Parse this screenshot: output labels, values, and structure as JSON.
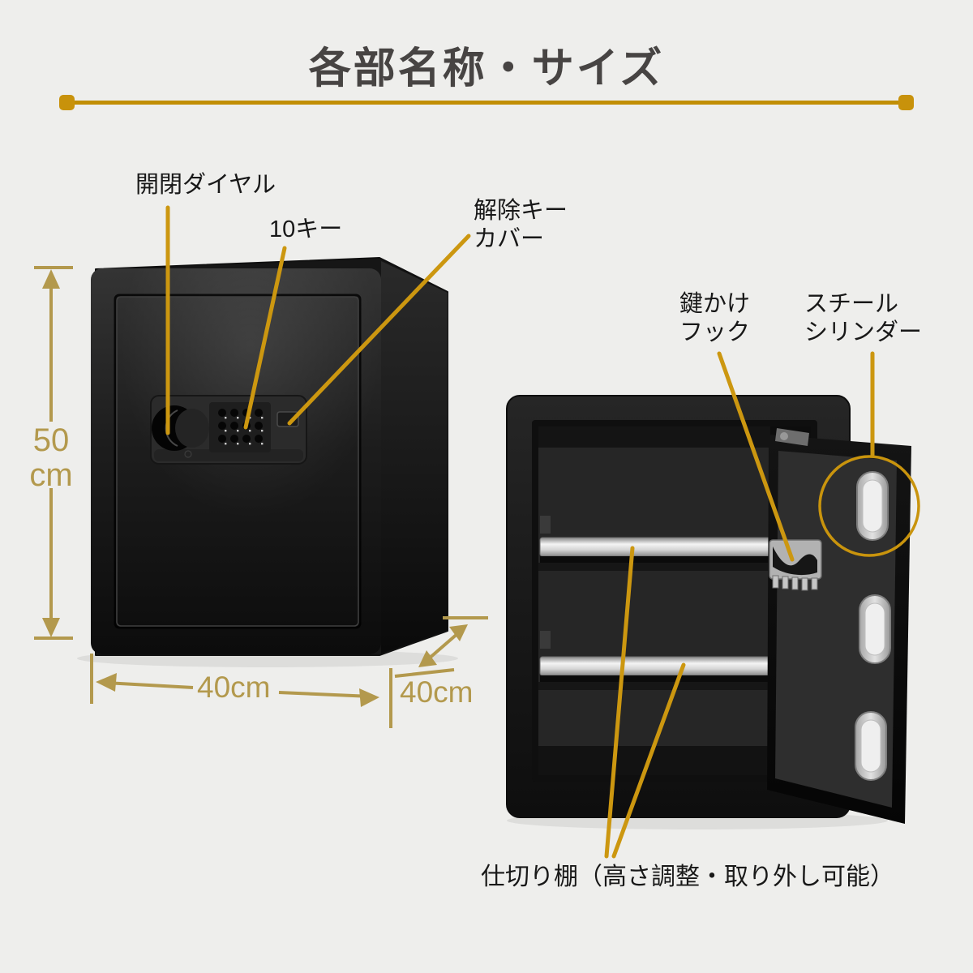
{
  "title": {
    "text": "各部名称・サイズ"
  },
  "closed_safe": {
    "label_dial": "開閉ダイヤル",
    "label_ten_key": "10キー",
    "label_key_cover": "解除キー\nカバー",
    "dim_height": "50\ncm",
    "dim_width": "40cm",
    "dim_depth": "40cm"
  },
  "open_safe": {
    "label_hook": "鍵かけ\nフック",
    "label_cylinder": "スチール\nシリンダー",
    "label_shelf": "仕切り棚（高さ調整・取り外し可能）"
  },
  "colors": {
    "background": "#eeeeec",
    "title_text": "#474443",
    "label_text": "#181818",
    "title_rule_gold": "#c18e04",
    "leader_line_gold": "#cc9710",
    "dimension_gold": "#b3994d",
    "highlight_circle_gold": "#c9940d"
  }
}
